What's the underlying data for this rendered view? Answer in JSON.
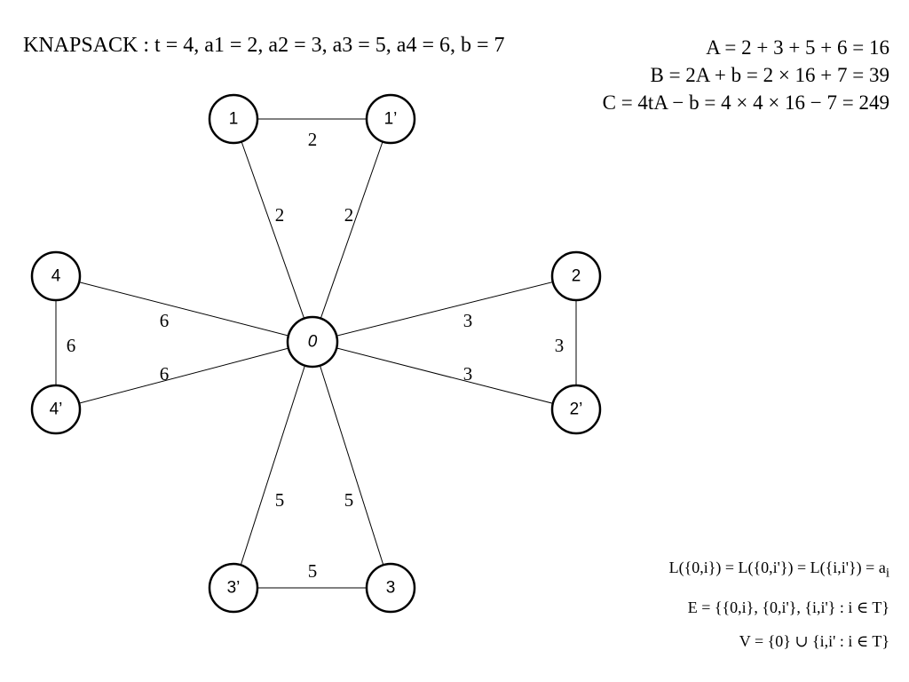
{
  "header": {
    "knapsack": "KNAPSACK : t = 4, a1 = 2, a2 = 3, a3 = 5, a4 = 6, b = 7"
  },
  "formulas": {
    "A": "A = 2 + 3 + 5 + 6 = 16",
    "B": "B = 2A + b = 2 × 16 + 7 = 39",
    "C": "C = 4tA − b = 4 × 4 × 16 − 7 = 249",
    "L": "L({0,i}) = L({0,i'}) = L({i,i'}) = a",
    "L_sub": "i",
    "E": "E = {{0,i}, {0,i'}, {i,i'} : i ∈ T}",
    "V": "V = {0} ∪ {i,i' : i ∈ T}"
  },
  "graph": {
    "nodes": {
      "center": "0",
      "n1": "1",
      "n1p": "1’",
      "n2": "2",
      "n2p": "2’",
      "n3": "3",
      "n3p": "3’",
      "n4": "4",
      "n4p": "4’"
    },
    "edge_labels": {
      "e_1_1p": "2",
      "e_0_1": "2",
      "e_0_1p": "2",
      "e_0_2": "3",
      "e_0_2p": "3",
      "e_2_2p": "3",
      "e_0_3": "5",
      "e_0_3p": "5",
      "e_3_3p": "5",
      "e_0_4": "6",
      "e_0_4p": "6",
      "e_4_4p": "6"
    }
  }
}
